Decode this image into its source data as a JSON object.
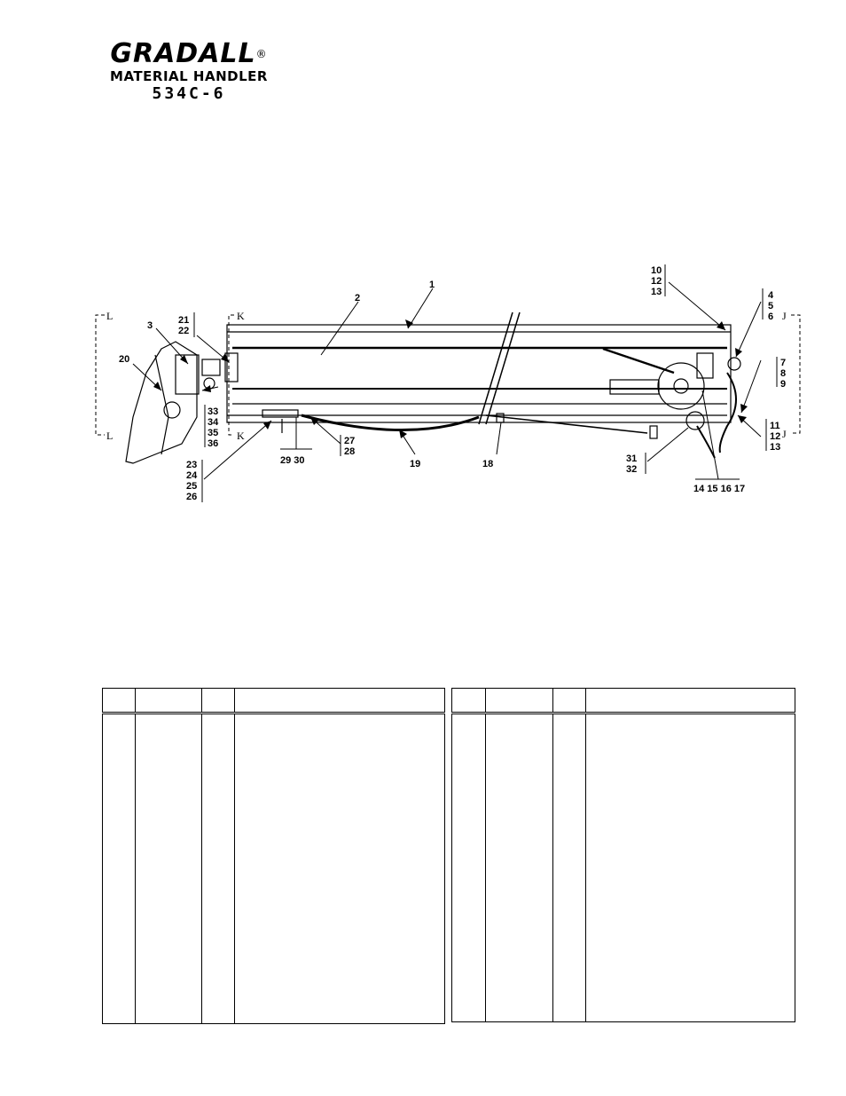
{
  "header": {
    "brand": "GRADALL",
    "registered": "®",
    "product_line": "MATERIAL HANDLER",
    "model": "534C-6"
  },
  "diagram": {
    "callouts": {
      "c1": "1",
      "c2": "2",
      "c3": "3",
      "c4_6": [
        "4",
        "5",
        "6"
      ],
      "c7_9": [
        "7",
        "8",
        "9"
      ],
      "c10_13": [
        "10",
        "12",
        "13"
      ],
      "c11_13": [
        "11",
        "12",
        "13"
      ],
      "c14_17": "14 15 16 17",
      "c18": "18",
      "c19": "19",
      "c20": "20",
      "c21_22": [
        "21",
        "22"
      ],
      "c23_26": [
        "23",
        "24",
        "25",
        "26"
      ],
      "c27_28": [
        "27",
        "28"
      ],
      "c29_30": "29 30",
      "c31_32": [
        "31",
        "32"
      ],
      "c33_36": [
        "33",
        "34",
        "35",
        "36"
      ]
    },
    "section_marks": {
      "L": "L",
      "K": "K",
      "J": "J"
    }
  },
  "parts_tables": {
    "left": {
      "rows": 1
    },
    "right": {
      "rows": 1
    }
  }
}
